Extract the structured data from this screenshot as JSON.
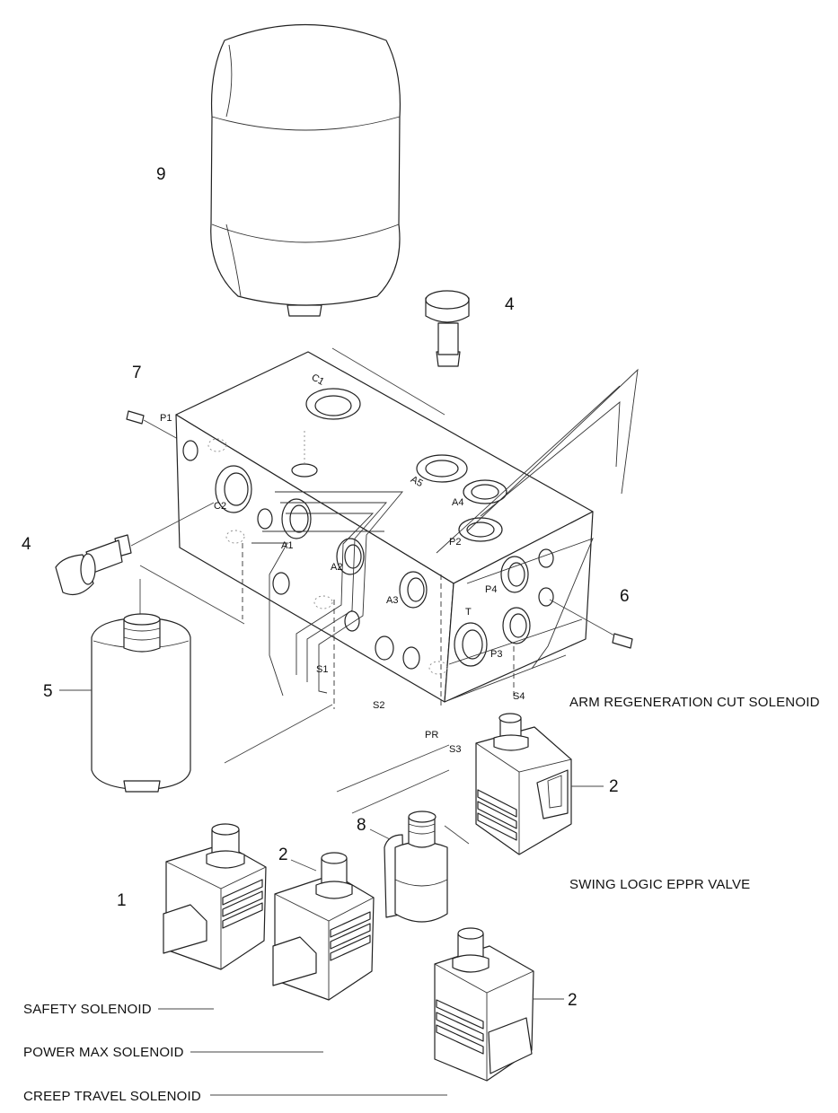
{
  "part_numbers": {
    "accumulator": "9",
    "plug_bolt_top": "4",
    "plug_bolt_left": "4",
    "plug_small_left": "7",
    "filter": "5",
    "plug_small_right": "6",
    "solenoid_right": "2",
    "solenoid_center": "2",
    "solenoid_bottom": "2",
    "solenoid_left": "1",
    "eppr_valve": "8"
  },
  "ports": {
    "c1": "C1",
    "c2": "C2",
    "p1": "P1",
    "a1": "A1",
    "a2": "A2",
    "a3": "A3",
    "a4": "A4",
    "a5": "A5",
    "p2": "P2",
    "p3": "P3",
    "p4": "P4",
    "t": "T",
    "s1": "S1",
    "s2": "S2",
    "s3": "S3",
    "s4": "S4",
    "pr": "PR"
  },
  "labels": {
    "arm_regeneration": "ARM REGENERATION CUT SOLENOID",
    "swing_logic": "SWING LOGIC EPPR VALVE",
    "safety": "SAFETY SOLENOID",
    "power_max": "POWER MAX SOLENOID",
    "creep_travel": "CREEP TRAVEL SOLENOID"
  }
}
